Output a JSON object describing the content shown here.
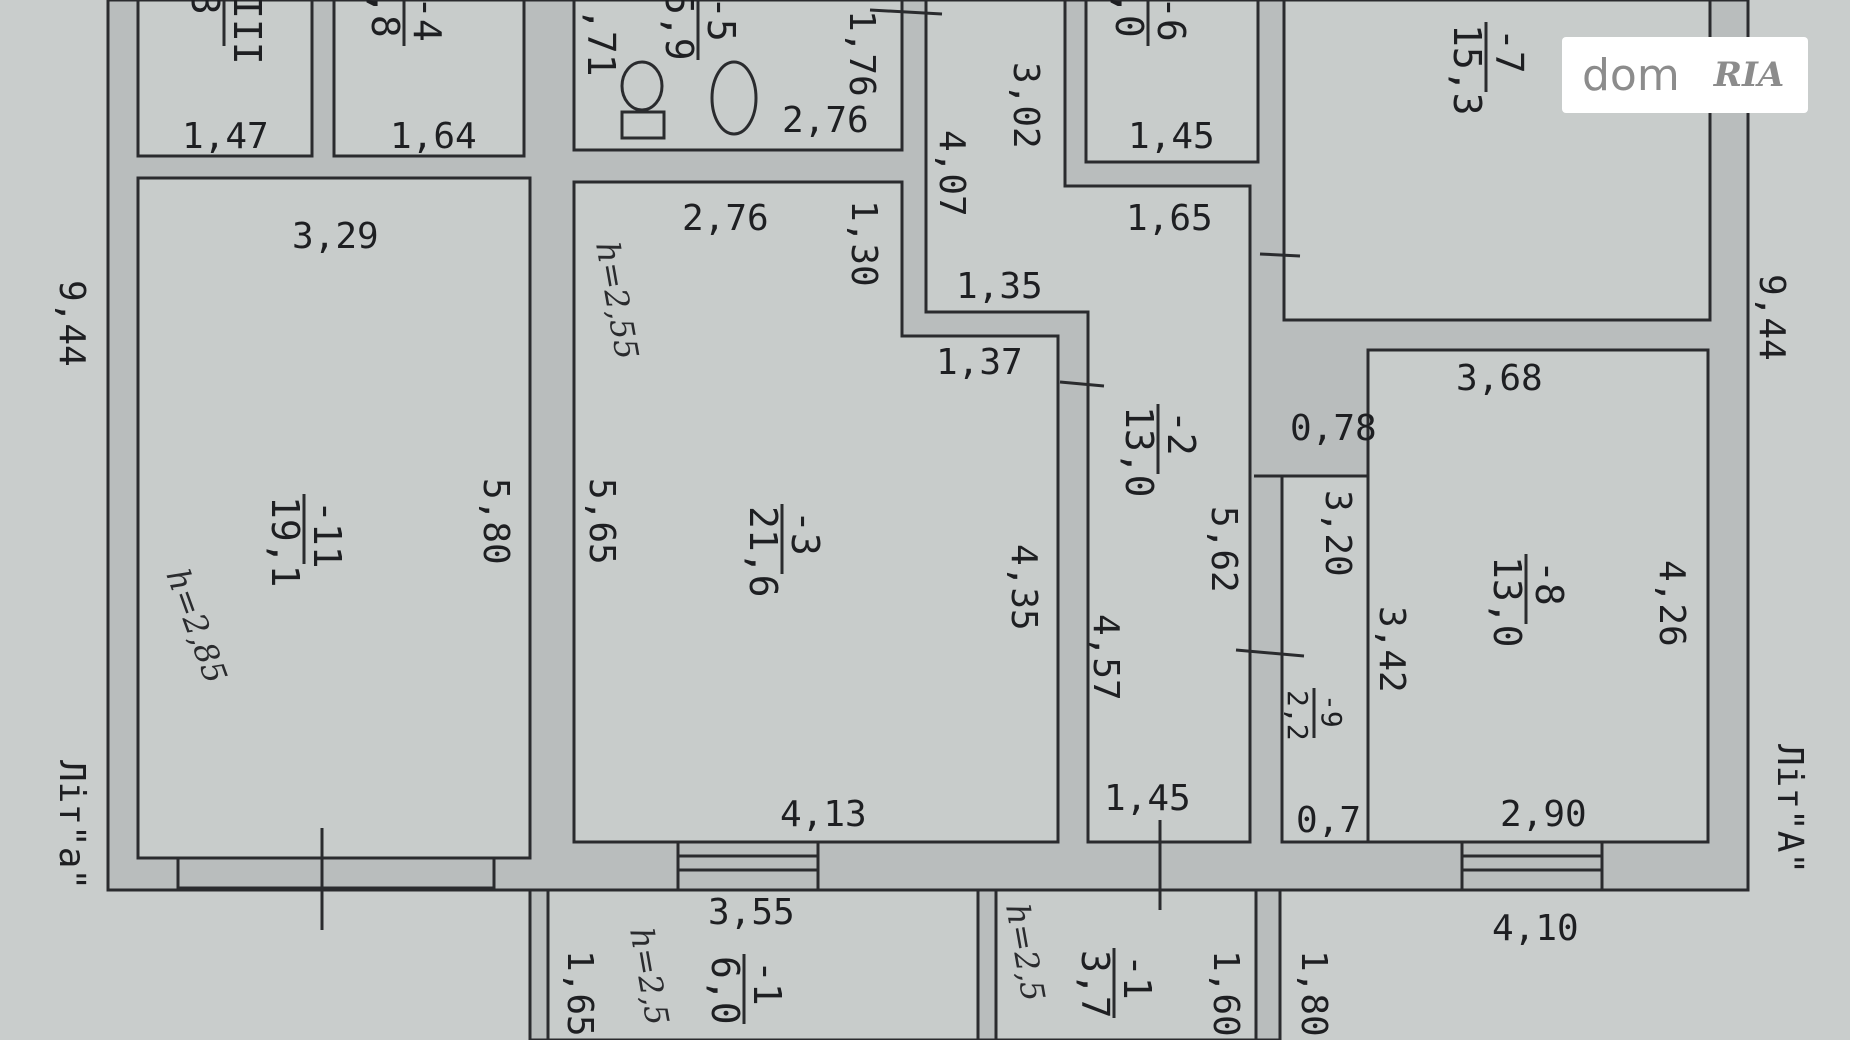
{
  "labels": {
    "l_1_47": "1,47",
    "l_1_64": "1,64",
    "l_2_76_top": "2,76",
    "l_1_76": "1,76",
    "l_3_02": "3,02",
    "l_1_45_top": "1,45",
    "l_4_07": "4,07",
    "l_3_29": "3,29",
    "l_2_76_mid": "2,76",
    "l_1_30": "1,30",
    "l_1_35": "1,35",
    "l_1_65": "1,65",
    "l_9_44_left": "9,44",
    "l_9_44_right": "9,44",
    "l_1_37": "1,37",
    "l_3_68": "3,68",
    "l_0_78": "0,78",
    "l_5_80": "5,80",
    "l_5_65": "5,65",
    "l_4_35": "4,35",
    "l_5_62": "5,62",
    "l_3_20": "3,20",
    "l_4_26": "4,26",
    "l_3_42": "3,42",
    "l_4_57": "4,57",
    "l_4_13": "4,13",
    "l_1_45_bot": "1,45",
    "l_0_7": "0,7",
    "l_2_90": "2,90",
    "l_3_55": "3,55",
    "l_4_10": "4,10",
    "l_1_65_bot": "1,65",
    "l_1_60": "1,60",
    "l_1_80": "1,80"
  },
  "rooms": {
    "r11": {
      "num": "-11",
      "area": "19,1"
    },
    "r3": {
      "num": "-3",
      "area": "21,6"
    },
    "r2": {
      "num": "-2",
      "area": "13,0"
    },
    "r8": {
      "num": "-8",
      "area": "13,0"
    },
    "r9": {
      "num": "-9",
      "area": "2,2"
    },
    "r7": {
      "num": "-7",
      "area": "15,3"
    },
    "r1a": {
      "num": "-1",
      "area": "6,0"
    },
    "r1b": {
      "num": "-1",
      "area": "3,7"
    },
    "r5": {
      "num": "-5",
      "area": "5,9"
    },
    "r4": {
      "num": "-4",
      "area": ",8"
    },
    "r6": {
      "num": "-6",
      "area": ",0"
    },
    "rIII": {
      "num": "III",
      "area": "3"
    }
  },
  "partial": {
    "p71": ",71"
  },
  "heights": {
    "h_285": "h=2,85",
    "h_255": "h=2,55",
    "h_25a": "h=2,5",
    "h_25b": "h=2,5"
  },
  "litera": {
    "left": "Літ\"а\"",
    "right": "Літ\"А\""
  },
  "logo": {
    "dom": "dom",
    "ria": "RIA"
  }
}
